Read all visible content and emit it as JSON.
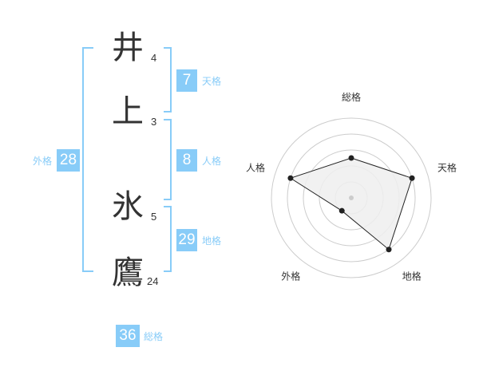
{
  "name": {
    "characters": [
      {
        "char": "井",
        "strokes": "4"
      },
      {
        "char": "上",
        "strokes": "3"
      },
      {
        "char": "氷",
        "strokes": "5"
      },
      {
        "char": "鷹",
        "strokes": "24"
      }
    ]
  },
  "kakusu": {
    "tenkaku": {
      "value": "7",
      "label": "天格"
    },
    "jinkaku": {
      "value": "8",
      "label": "人格"
    },
    "chikaku": {
      "value": "29",
      "label": "地格"
    },
    "gaikaku": {
      "value": "28",
      "label": "外格"
    },
    "soukaku": {
      "value": "36",
      "label": "総格"
    }
  },
  "colors": {
    "accent": "#88ccf8",
    "bracket": "#88ccf8",
    "text": "#333333",
    "radar_fill": "#eeeeee",
    "radar_ring": "#cccccc"
  },
  "chart_data": {
    "type": "radar",
    "axes": [
      "総格",
      "天格",
      "地格",
      "外格",
      "人格"
    ],
    "values": [
      2.5,
      4,
      4,
      1,
      4
    ],
    "max": 5
  }
}
